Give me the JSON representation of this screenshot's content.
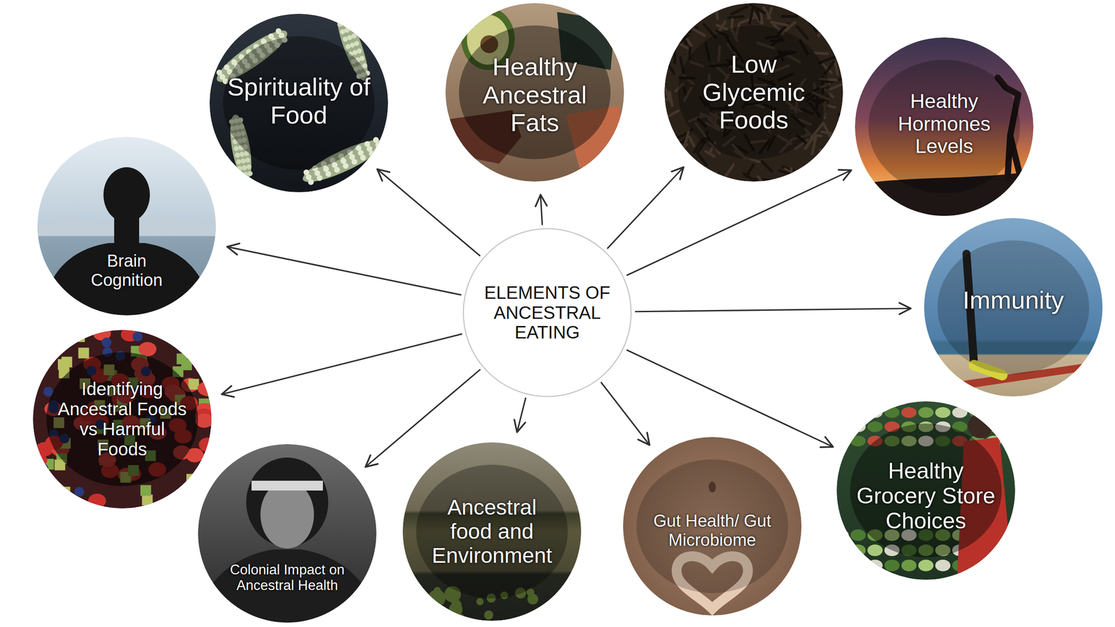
{
  "diagram": {
    "nodes": [
      {
        "text": [
          "ELEMENTS OF ANCESTRAL EATING"
        ]
      },
      {
        "text": [
          "Spirituality of Food"
        ]
      },
      {
        "text": [
          "Healthy Ancestral Fats"
        ]
      },
      {
        "text": [
          "Low Glycemic Foods"
        ]
      },
      {
        "text": [
          "Healthy Hormones Levels"
        ]
      },
      {
        "text": [
          "Immunity"
        ]
      },
      {
        "text": [
          "Healthy Grocery Store Choices"
        ]
      },
      {
        "text": [
          "Gut Health/ Gut Microbiome"
        ]
      },
      {
        "text": [
          "Ancestral food and Environment"
        ]
      },
      {
        "text": [
          "Colonial Impact on Ancestral Health"
        ]
      },
      {
        "text": [
          "Identifying Ancestral Foods vs Harmful Foods"
        ]
      },
      {
        "text": [
          "Brain Cognition"
        ]
      }
    ],
    "edges": [
      {
        "from": 0,
        "to": 1,
        "arrow": "to"
      },
      {
        "from": 0,
        "to": 2,
        "arrow": "to"
      },
      {
        "from": 0,
        "to": 3,
        "arrow": "to"
      },
      {
        "from": 0,
        "to": 4,
        "arrow": "to"
      },
      {
        "from": 0,
        "to": 5,
        "arrow": "to"
      },
      {
        "from": 0,
        "to": 6,
        "arrow": "to"
      },
      {
        "from": 0,
        "to": 7,
        "arrow": "to"
      },
      {
        "from": 0,
        "to": 8,
        "arrow": "to"
      },
      {
        "from": 0,
        "to": 9,
        "arrow": "to"
      },
      {
        "from": 0,
        "to": 10,
        "arrow": "to"
      },
      {
        "from": 0,
        "to": 11,
        "arrow": "to"
      }
    ]
  }
}
